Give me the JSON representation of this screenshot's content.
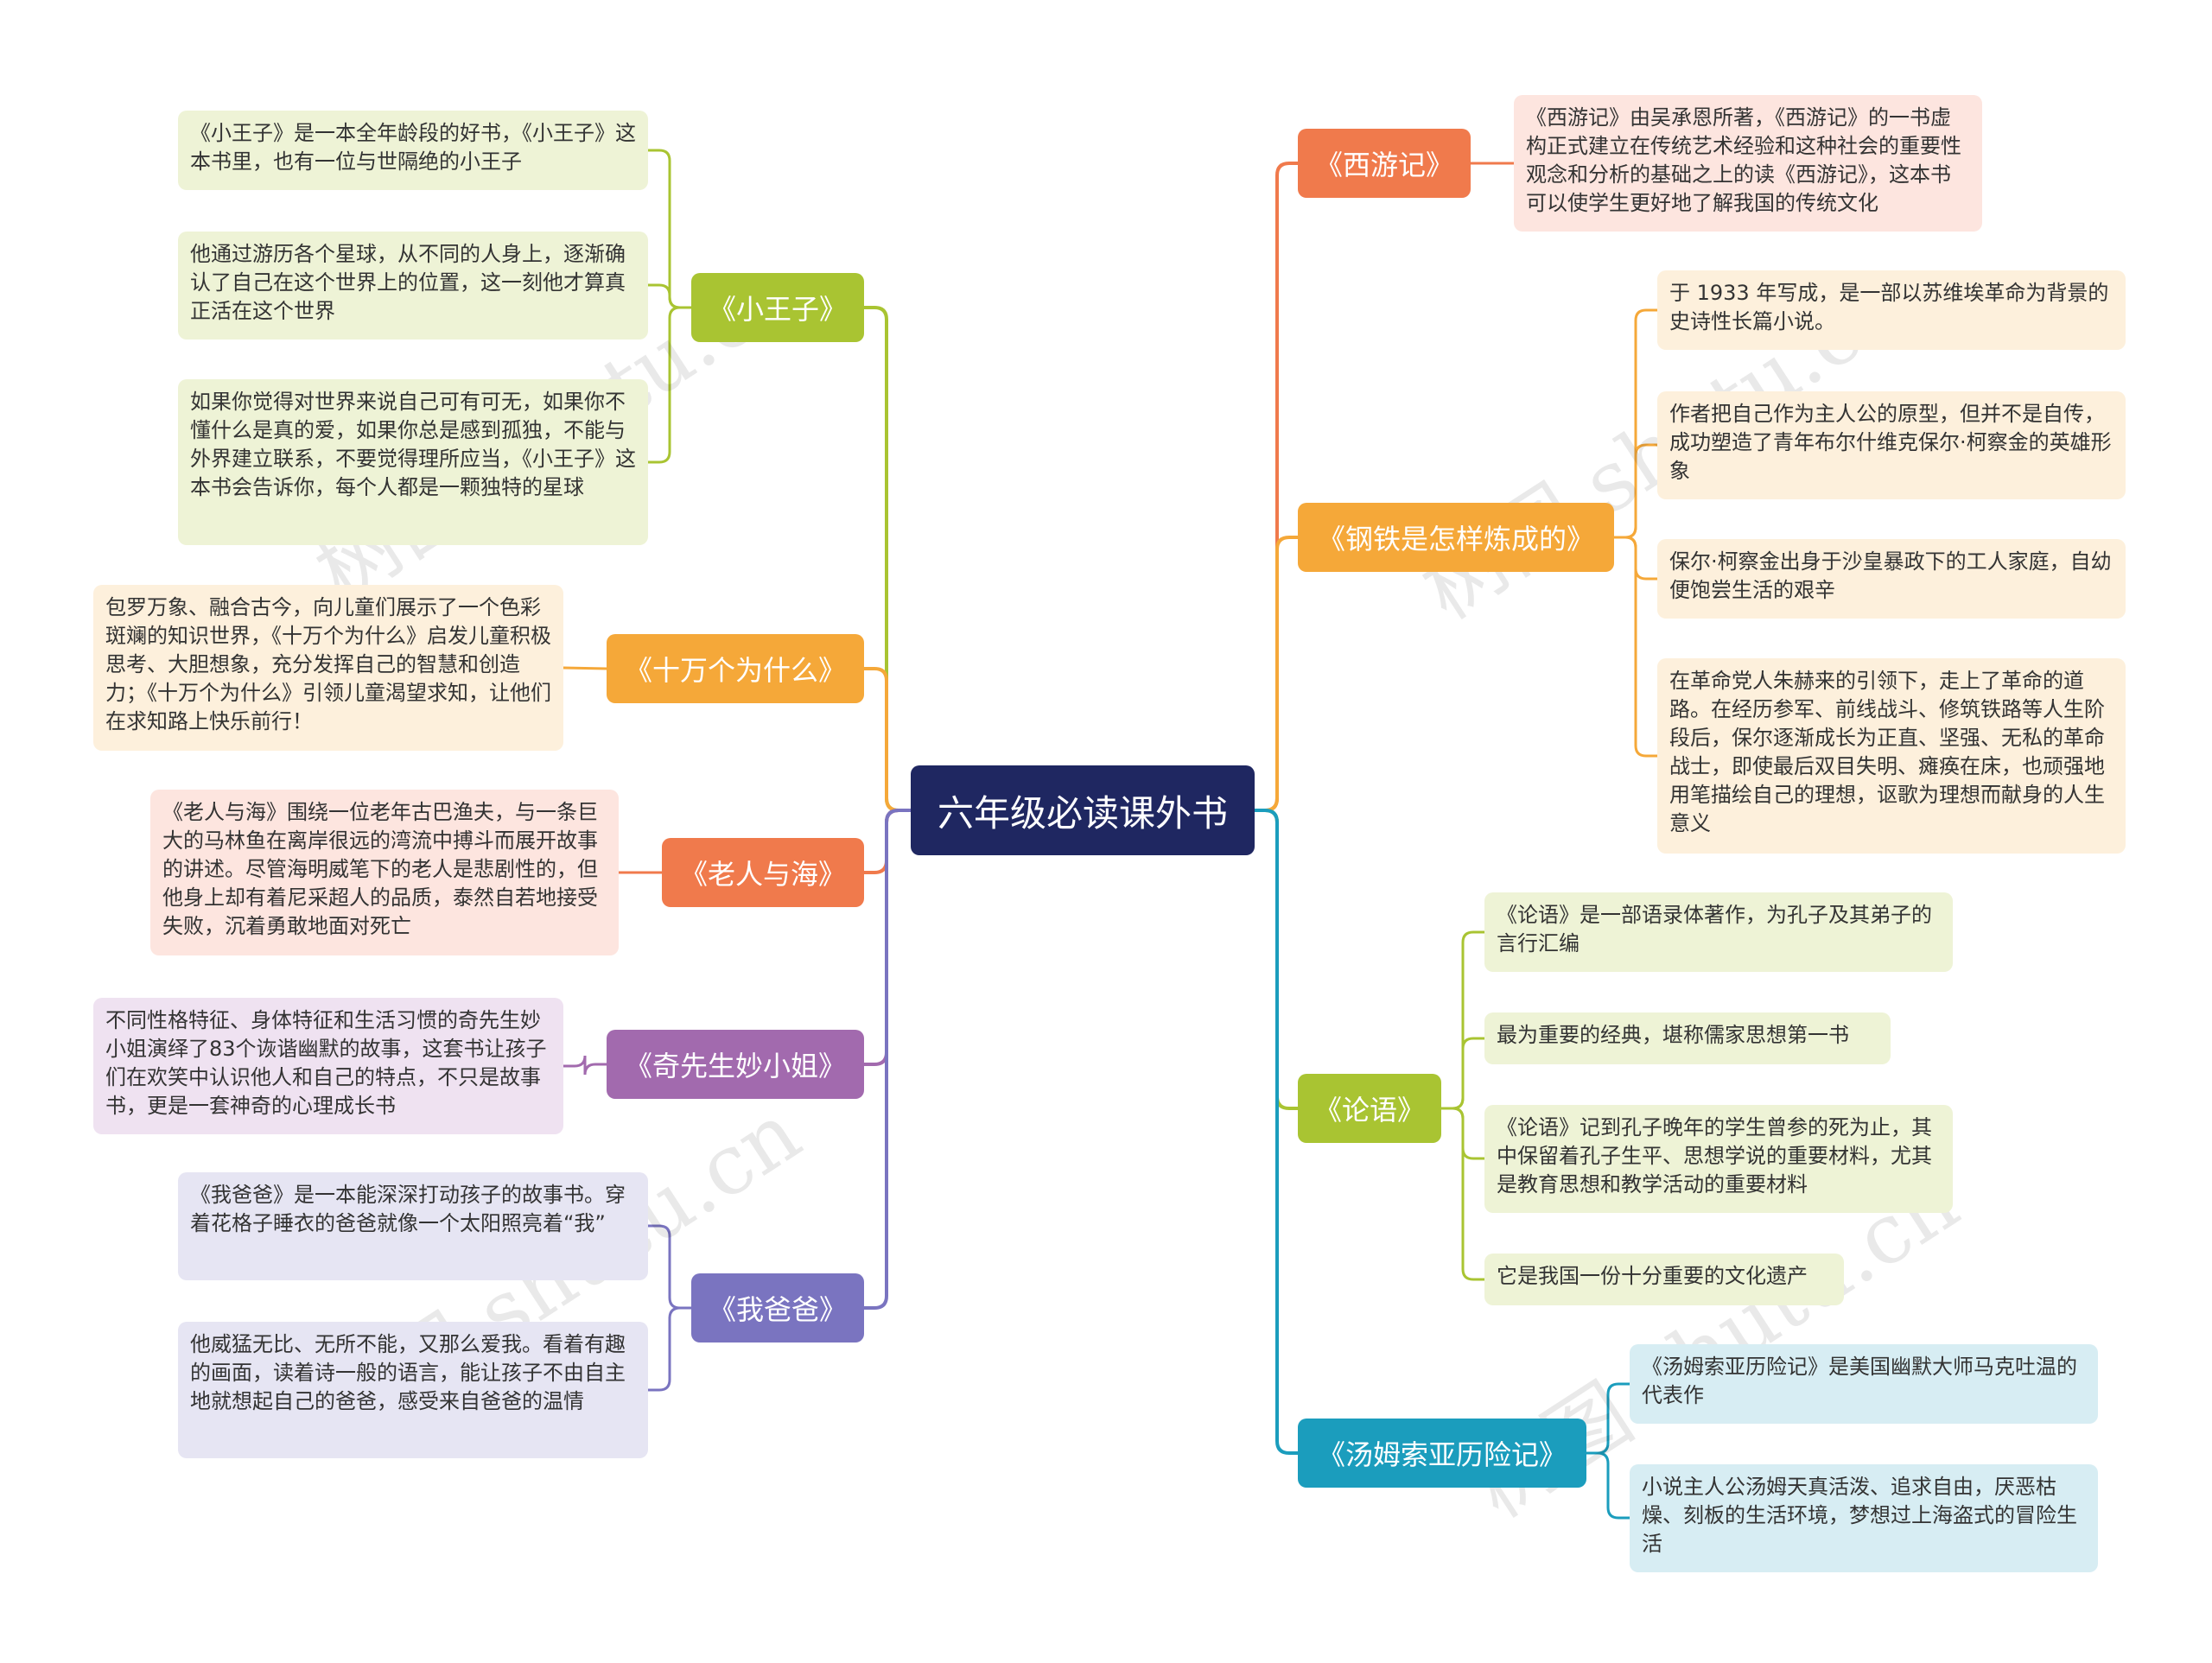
{
  "root": {
    "label": "六年级必读课外书"
  },
  "watermark": "树图 shutu.cn",
  "colors": {
    "root": "#1f2761",
    "xiyouji": "#f07a4c",
    "gangtie": "#f5a839",
    "lunyu": "#a9c432",
    "tangmu": "#1b9dbd",
    "xiaowangzi": "#a9c432",
    "shiwange": "#f5a839",
    "laoren": "#f07a4c",
    "qixiansheng": "#a26aae",
    "wobaba": "#7a74c0"
  },
  "branches": {
    "xiyouji": {
      "label": "《西游记》",
      "leaves": [
        "《西游记》由吴承恩所著，《西游记》的一书虚构正式建立在传统艺术经验和这种社会的重要性观念和分析的基础之上的读《西游记》，这本书可以使学生更好地了解我国的传统文化"
      ]
    },
    "gangtie": {
      "label": "《钢铁是怎样炼成的》",
      "leaves": [
        "于 1933 年写成，是一部以苏维埃革命为背景的史诗性长篇小说。",
        "作者把自己作为主人公的原型，但并不是自传，成功塑造了青年布尔什维克保尔·柯察金的英雄形象",
        "保尔·柯察金出身于沙皇暴政下的工人家庭，自幼便饱尝生活的艰辛",
        "在革命党人朱赫来的引领下，走上了革命的道路。在经历参军、前线战斗、修筑铁路等人生阶段后，保尔逐渐成长为正直、坚强、无私的革命战士，即使最后双目失明、瘫痪在床，也顽强地用笔描绘自己的理想，讴歌为理想而献身的人生意义"
      ]
    },
    "lunyu": {
      "label": "《论语》",
      "leaves": [
        "《论语》是一部语录体著作，为孔子及其弟子的言行汇编",
        "最为重要的经典，堪称儒家思想第一书",
        "《论语》记到孔子晚年的学生曾参的死为止，其中保留着孔子生平、思想学说的重要材料，尤其是教育思想和教学活动的重要材料",
        "它是我国一份十分重要的文化遗产"
      ]
    },
    "tangmu": {
      "label": "《汤姆索亚历险记》",
      "leaves": [
        "《汤姆索亚历险记》是美国幽默大师马克吐温的代表作",
        "小说主人公汤姆天真活泼、追求自由，厌恶枯燥、刻板的生活环境，梦想过上海盗式的冒险生活"
      ]
    },
    "xiaowangzi": {
      "label": "《小王子》",
      "leaves": [
        "《小王子》是一本全年龄段的好书，《小王子》这本书里，也有一位与世隔绝的小王子",
        "他通过游历各个星球，从不同的人身上，逐渐确认了自己在这个世界上的位置，这一刻他才算真正活在这个世界",
        "如果你觉得对世界来说自己可有可无，如果你不懂什么是真的爱，如果你总是感到孤独，不能与外界建立联系，不要觉得理所应当，《小王子》这本书会告诉你，每个人都是一颗独特的星球"
      ]
    },
    "shiwange": {
      "label": "《十万个为什么》",
      "leaves": [
        "包罗万象、融合古今，向儿童们展示了一个色彩斑斓的知识世界，《十万个为什么》启发儿童积极思考、大胆想象，充分发挥自己的智慧和创造力；《十万个为什么》引领儿童渴望求知，让他们在求知路上快乐前行！"
      ]
    },
    "laoren": {
      "label": "《老人与海》",
      "leaves": [
        "《老人与海》围绕一位老年古巴渔夫，与一条巨大的马林鱼在离岸很远的湾流中搏斗而展开故事的讲述。尽管海明威笔下的老人是悲剧性的，但他身上却有着尼采超人的品质，泰然自若地接受失败，沉着勇敢地面对死亡"
      ]
    },
    "qixiansheng": {
      "label": "《奇先生妙小姐》",
      "leaves": [
        "不同性格特征、身体特征和生活习惯的奇先生妙小姐演绎了83个诙谐幽默的故事，这套书让孩子们在欢笑中认识他人和自己的特点，不只是故事书，更是一套神奇的心理成长书"
      ]
    },
    "wobaba": {
      "label": "《我爸爸》",
      "leaves": [
        "《我爸爸》是一本能深深打动孩子的故事书。穿着花格子睡衣的爸爸就像一个太阳照亮着“我”",
        "他威猛无比、无所不能，又那么爱我。看着有趣的画面，读着诗一般的语言，能让孩子不由自主地就想起自己的爸爸，感受来自爸爸的温情"
      ]
    }
  }
}
